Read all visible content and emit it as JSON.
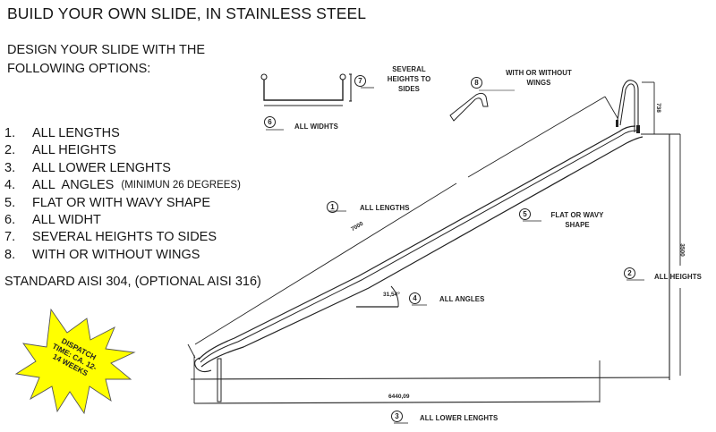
{
  "header": {
    "title": "BUILD YOUR OWN SLIDE, IN STAINLESS STEEL",
    "intro_line1": "DESIGN YOUR SLIDE WITH THE",
    "intro_line2": "FOLLOWING OPTIONS:"
  },
  "options": [
    {
      "num": "1.",
      "label": "ALL LENGTHS",
      "note": ""
    },
    {
      "num": "2.",
      "label": "ALL HEIGHTS",
      "note": ""
    },
    {
      "num": "3.",
      "label": "ALL LOWER LENGHTS",
      "note": ""
    },
    {
      "num": "4.",
      "label": "ALL  ANGLES ",
      "note": "(MINIMUN 26 DEGREES)"
    },
    {
      "num": "5.",
      "label": "FLAT OR WITH WAVY SHAPE",
      "note": ""
    },
    {
      "num": "6.",
      "label": "ALL WIDHT",
      "note": ""
    },
    {
      "num": "7.",
      "label": "SEVERAL HEIGHTS TO SIDES",
      "note": ""
    },
    {
      "num": "8.",
      "label": "WITH OR WITHOUT WINGS",
      "note": ""
    }
  ],
  "standard_note": "STANDARD AISI 304, (OPTIONAL AISI 316)",
  "dispatch_badge": {
    "line1": "DISPATCH",
    "line2": "TIME: CA. 12-",
    "line3": "14 WEEKS",
    "color": "#ffff00"
  },
  "callouts": {
    "c1": {
      "num": "1",
      "label": "ALL LENGTHS"
    },
    "c2": {
      "num": "2",
      "label": "ALL HEIGHTS"
    },
    "c3": {
      "num": "3",
      "label": "ALL LOWER LENGHTS"
    },
    "c4": {
      "num": "4",
      "label": "ALL ANGLES"
    },
    "c5": {
      "num": "5",
      "label_line1": "FLAT OR WAVY",
      "label_line2": "SHAPE"
    },
    "c6": {
      "num": "6",
      "label": "ALL WIDHTS"
    },
    "c7": {
      "num": "7",
      "label_line1": "SEVERAL",
      "label_line2": "HEIGHTS TO",
      "label_line3": "SIDES"
    },
    "c8": {
      "num": "8",
      "label_line1": "WITH OR WITHOUT",
      "label_line2": "WINGS"
    }
  },
  "dimensions": {
    "slide_length": "7000",
    "total_height": "3500",
    "handle_height": "738",
    "lower_length": "6440,09",
    "angle": "31,54°"
  }
}
